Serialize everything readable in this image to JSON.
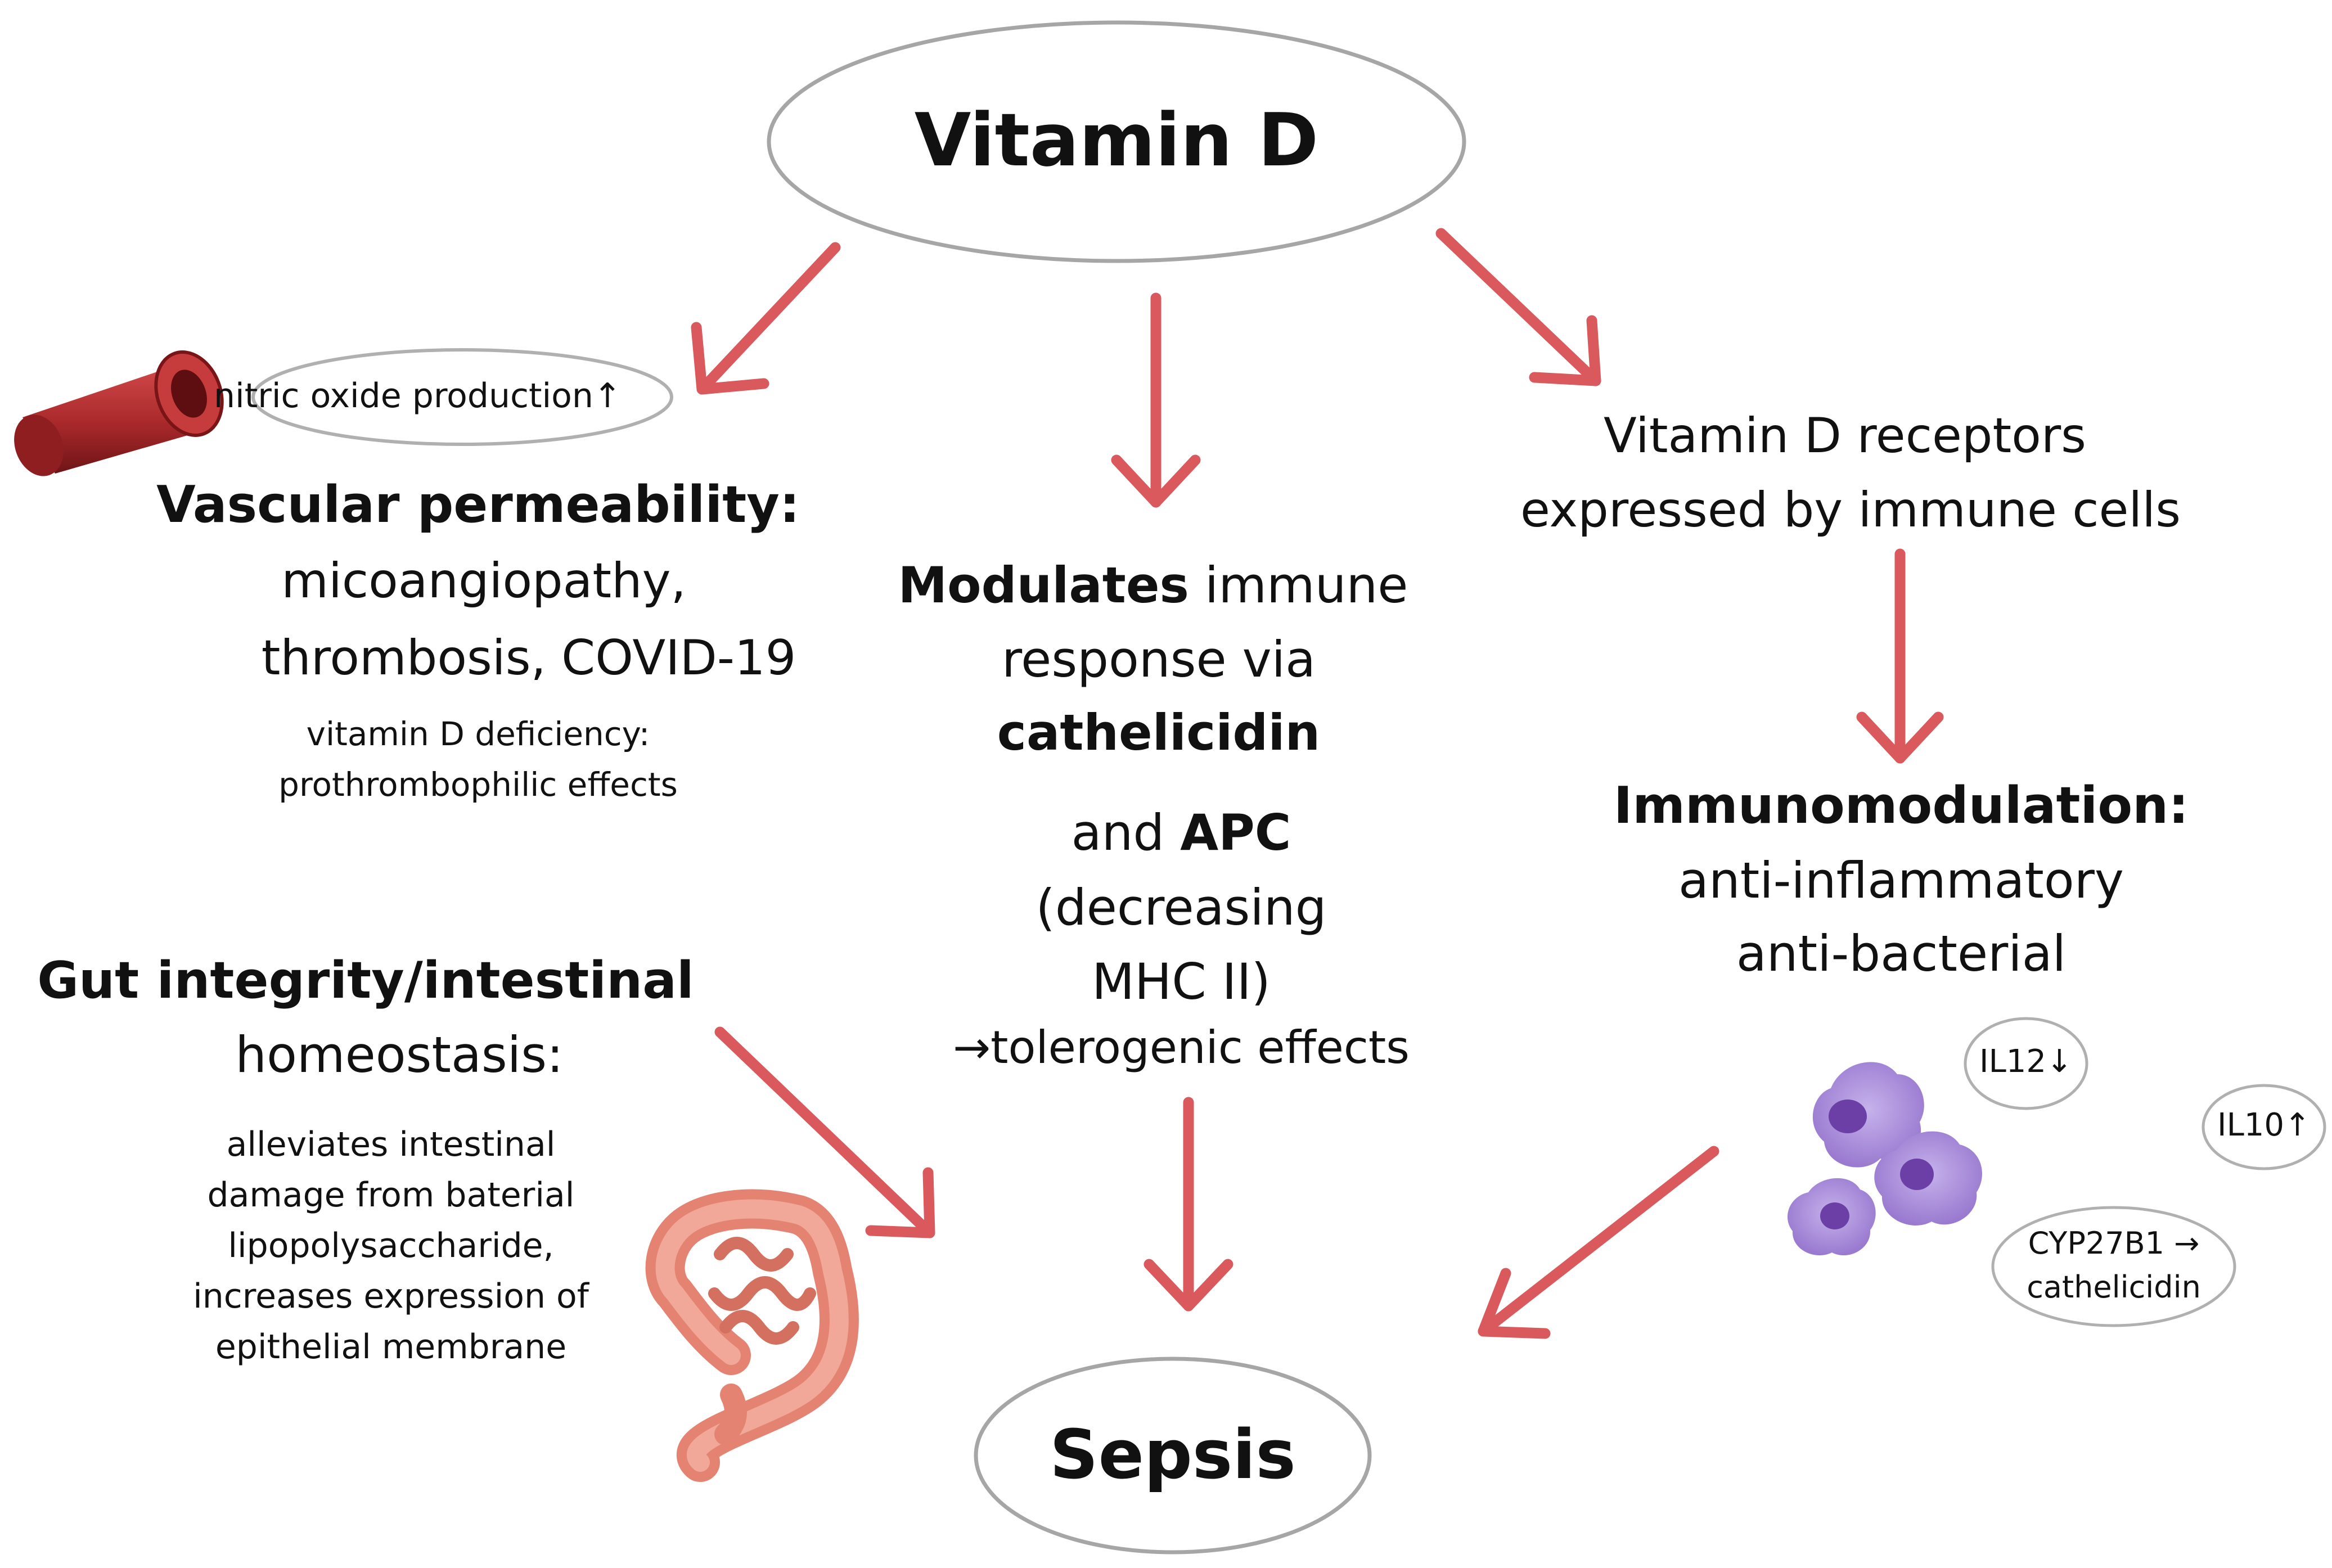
{
  "top_node": {
    "label": "Vitamin D"
  },
  "bottom_node": {
    "label": "Sepsis"
  },
  "vascular": {
    "nitric_oxide": "nitric oxide production↑",
    "heading": "Vascular permeability:",
    "line1": "micoangiopathy,",
    "line2": "thrombosis, COVID-19",
    "note1": "vitamin D deficiency:",
    "note2": "prothrombophilic effects"
  },
  "gut": {
    "heading_a": "Gut ",
    "heading_b": "integrity/intestinal",
    "line2": "homeostasis:",
    "notes": [
      "alleviates intestinal",
      "damage from baterial",
      "lipopolysaccharide,",
      "increases expression of",
      "epithelial membrane"
    ]
  },
  "center": {
    "modulates": "Modulates",
    "immune": " immune",
    "response_via": "response via",
    "cathelicidin": "cathelicidin",
    "and": "and ",
    "apc": "APC",
    "decreasing": "(decreasing",
    "mhc": "MHC II)",
    "tolerogenic": "→tolerogenic effects"
  },
  "receptors": {
    "line1": "Vitamin D receptors",
    "line2": "expressed by immune cells"
  },
  "immuno": {
    "heading": "Immunomodulation:",
    "line1": "anti-inflammatory",
    "line2": "anti-bacterial"
  },
  "bubbles": {
    "il12": "IL12↓",
    "il10": "IL10↑",
    "cyp_line1": "CYP27B1 →",
    "cyp_line2": "cathelicidin"
  },
  "colors": {
    "arrow": "#d9595c",
    "arrow_edge": "#b73d40",
    "node_stroke": "#aaaaaa",
    "vessel": "#a8282a",
    "intestine": "#e88a78",
    "cell": "#9b7bd1",
    "nucleus": "#6b3fa6"
  }
}
